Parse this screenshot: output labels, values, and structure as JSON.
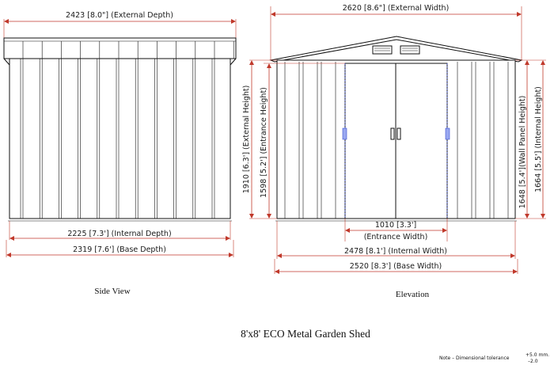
{
  "title": "8'x8' ECO Metal Garden Shed",
  "side_view": {
    "caption": "Side View",
    "external_depth": "2423 [8.0\"] (External Depth)",
    "internal_depth": "2225 [7.3'] (Internal Depth)",
    "base_depth": "2319 [7.6'] (Base Depth)"
  },
  "elevation": {
    "caption": "Elevation",
    "external_width": "2620 [8.6\"] (External Width)",
    "external_height": "1910 [6.3'] (External Height)",
    "entrance_height": "1598 [5.2'] (Entrance Height)",
    "wall_panel_height": "1648 [5.4'](Wall Panel Height)",
    "internal_height": "1664 [5.5'] (Internal Height)",
    "entrance_width_value": "1010 [3.3']",
    "entrance_width_label": "(Entrance Width)",
    "internal_width": "2478 [8.1'] (Internal Width)",
    "base_width": "2520 [8.3'] (Base Width)"
  },
  "note": {
    "text": "Note – Dimensional tolerance",
    "plus": "+5.0 mm.",
    "minus": "–2.0"
  },
  "colors": {
    "dimension_line": "#c0392b",
    "outline": "#111111",
    "door_edge": "#3a4fd0"
  }
}
